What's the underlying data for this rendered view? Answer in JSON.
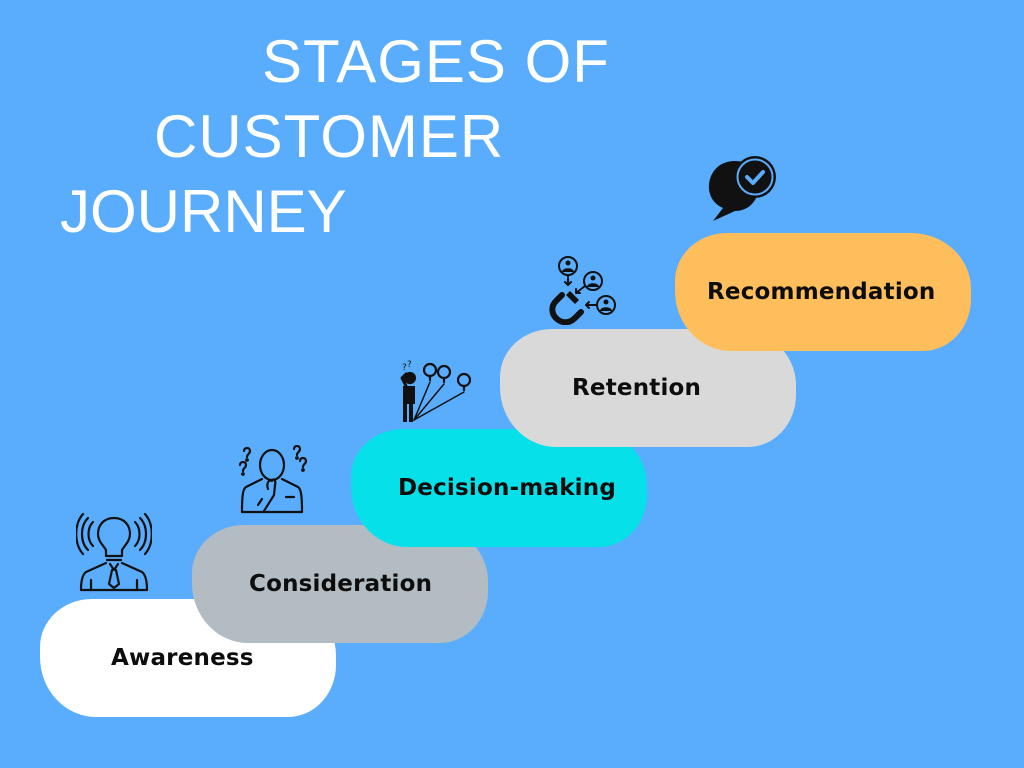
{
  "title": {
    "lines": [
      "STAGES OF",
      "CUSTOMER",
      "JOURNEY"
    ]
  },
  "colors": {
    "background": "#5aadfd",
    "title_text": "#ffffff",
    "label_text": "#0d0d0d"
  },
  "stages": [
    {
      "label": "Awareness",
      "color": "#ffffff",
      "icon": "lightbulb-head-person-icon"
    },
    {
      "label": "Consideration",
      "color": "#b2bcc2",
      "icon": "thinking-person-question-marks-icon"
    },
    {
      "label": "Decision-making",
      "color": "#06e0e8",
      "icon": "person-choosing-options-icon"
    },
    {
      "label": "Retention",
      "color": "#d9d9d9",
      "icon": "magnet-attracting-customers-icon"
    },
    {
      "label": "Recommendation",
      "color": "#ffbe5c",
      "icon": "speech-bubble-checkmark-icon"
    }
  ]
}
